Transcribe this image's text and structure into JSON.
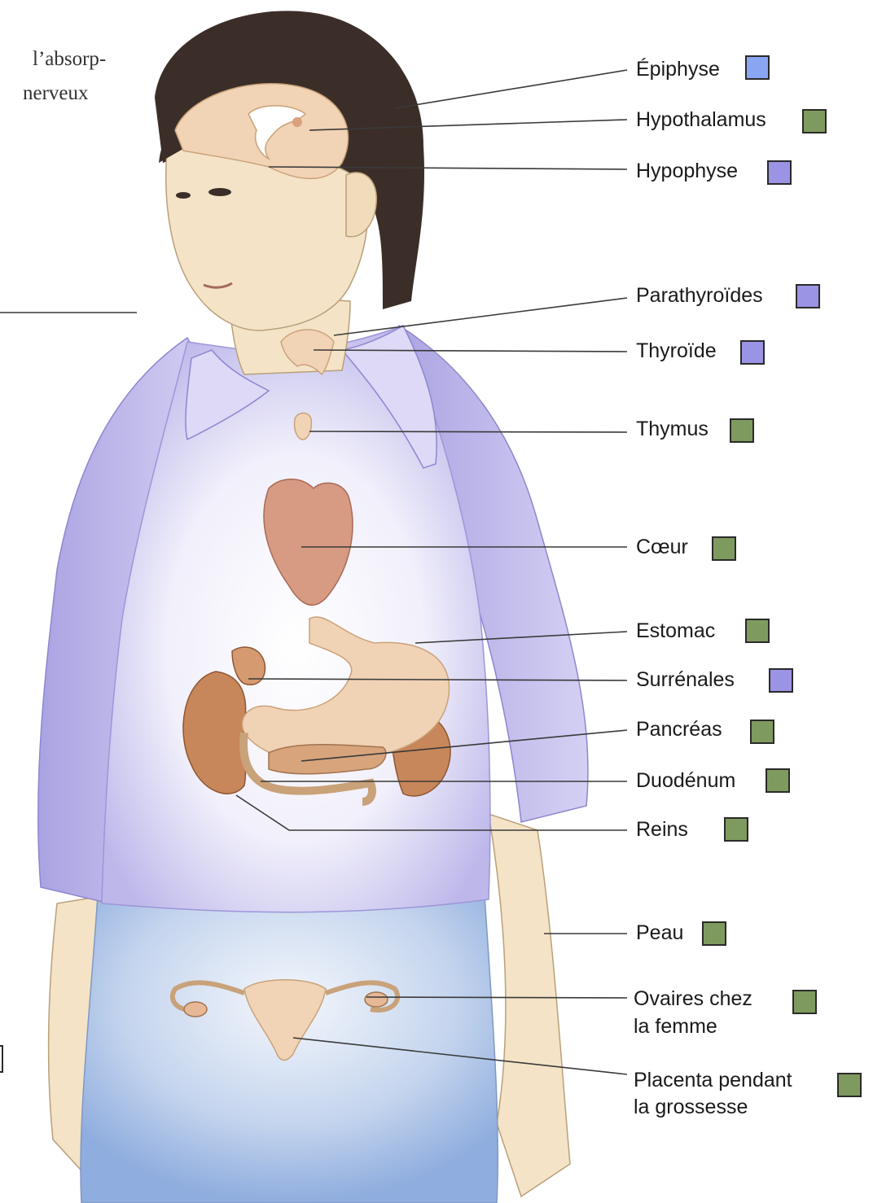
{
  "colors": {
    "purple_swatch": "#9b93e3",
    "blue_swatch": "#8aa6f2",
    "green_swatch": "#7f9a5e",
    "shirt": "#c9c5ef",
    "jeans": "#a9c2e6",
    "skin": "#f4e3c6",
    "hair": "#3b2e28",
    "organ_heart": "#d79a82",
    "organ_kidney": "#c8875a",
    "organ_stomach": "#f0d2b5"
  },
  "fragments": {
    "line1": "l’absorp-",
    "line2": "nerveux"
  },
  "labels": [
    {
      "line1": "Épiphyse",
      "line2": "",
      "swatch": "blue"
    },
    {
      "line1": "Hypothalamus",
      "line2": "",
      "swatch": "green"
    },
    {
      "line1": "Hypophyse",
      "line2": "",
      "swatch": "purple"
    },
    {
      "line1": "Parathyroïdes",
      "line2": "",
      "swatch": "purple"
    },
    {
      "line1": "Thyroïde",
      "line2": "",
      "swatch": "purple"
    },
    {
      "line1": "Thymus",
      "line2": "",
      "swatch": "green"
    },
    {
      "line1": "Cœur",
      "line2": "",
      "swatch": "green"
    },
    {
      "line1": "Estomac",
      "line2": "",
      "swatch": "green"
    },
    {
      "line1": "Surrénales",
      "line2": "",
      "swatch": "purple"
    },
    {
      "line1": "Pancréas",
      "line2": "",
      "swatch": "green"
    },
    {
      "line1": "Duodénum",
      "line2": "",
      "swatch": "green"
    },
    {
      "line1": "Reins",
      "line2": "",
      "swatch": "green"
    },
    {
      "line1": "Peau",
      "line2": "",
      "swatch": "green"
    },
    {
      "line1": "Ovaires chez",
      "line2": "la femme",
      "swatch": "green"
    },
    {
      "line1": "Placenta pendant",
      "line2": "la grossesse",
      "swatch": "green"
    }
  ]
}
